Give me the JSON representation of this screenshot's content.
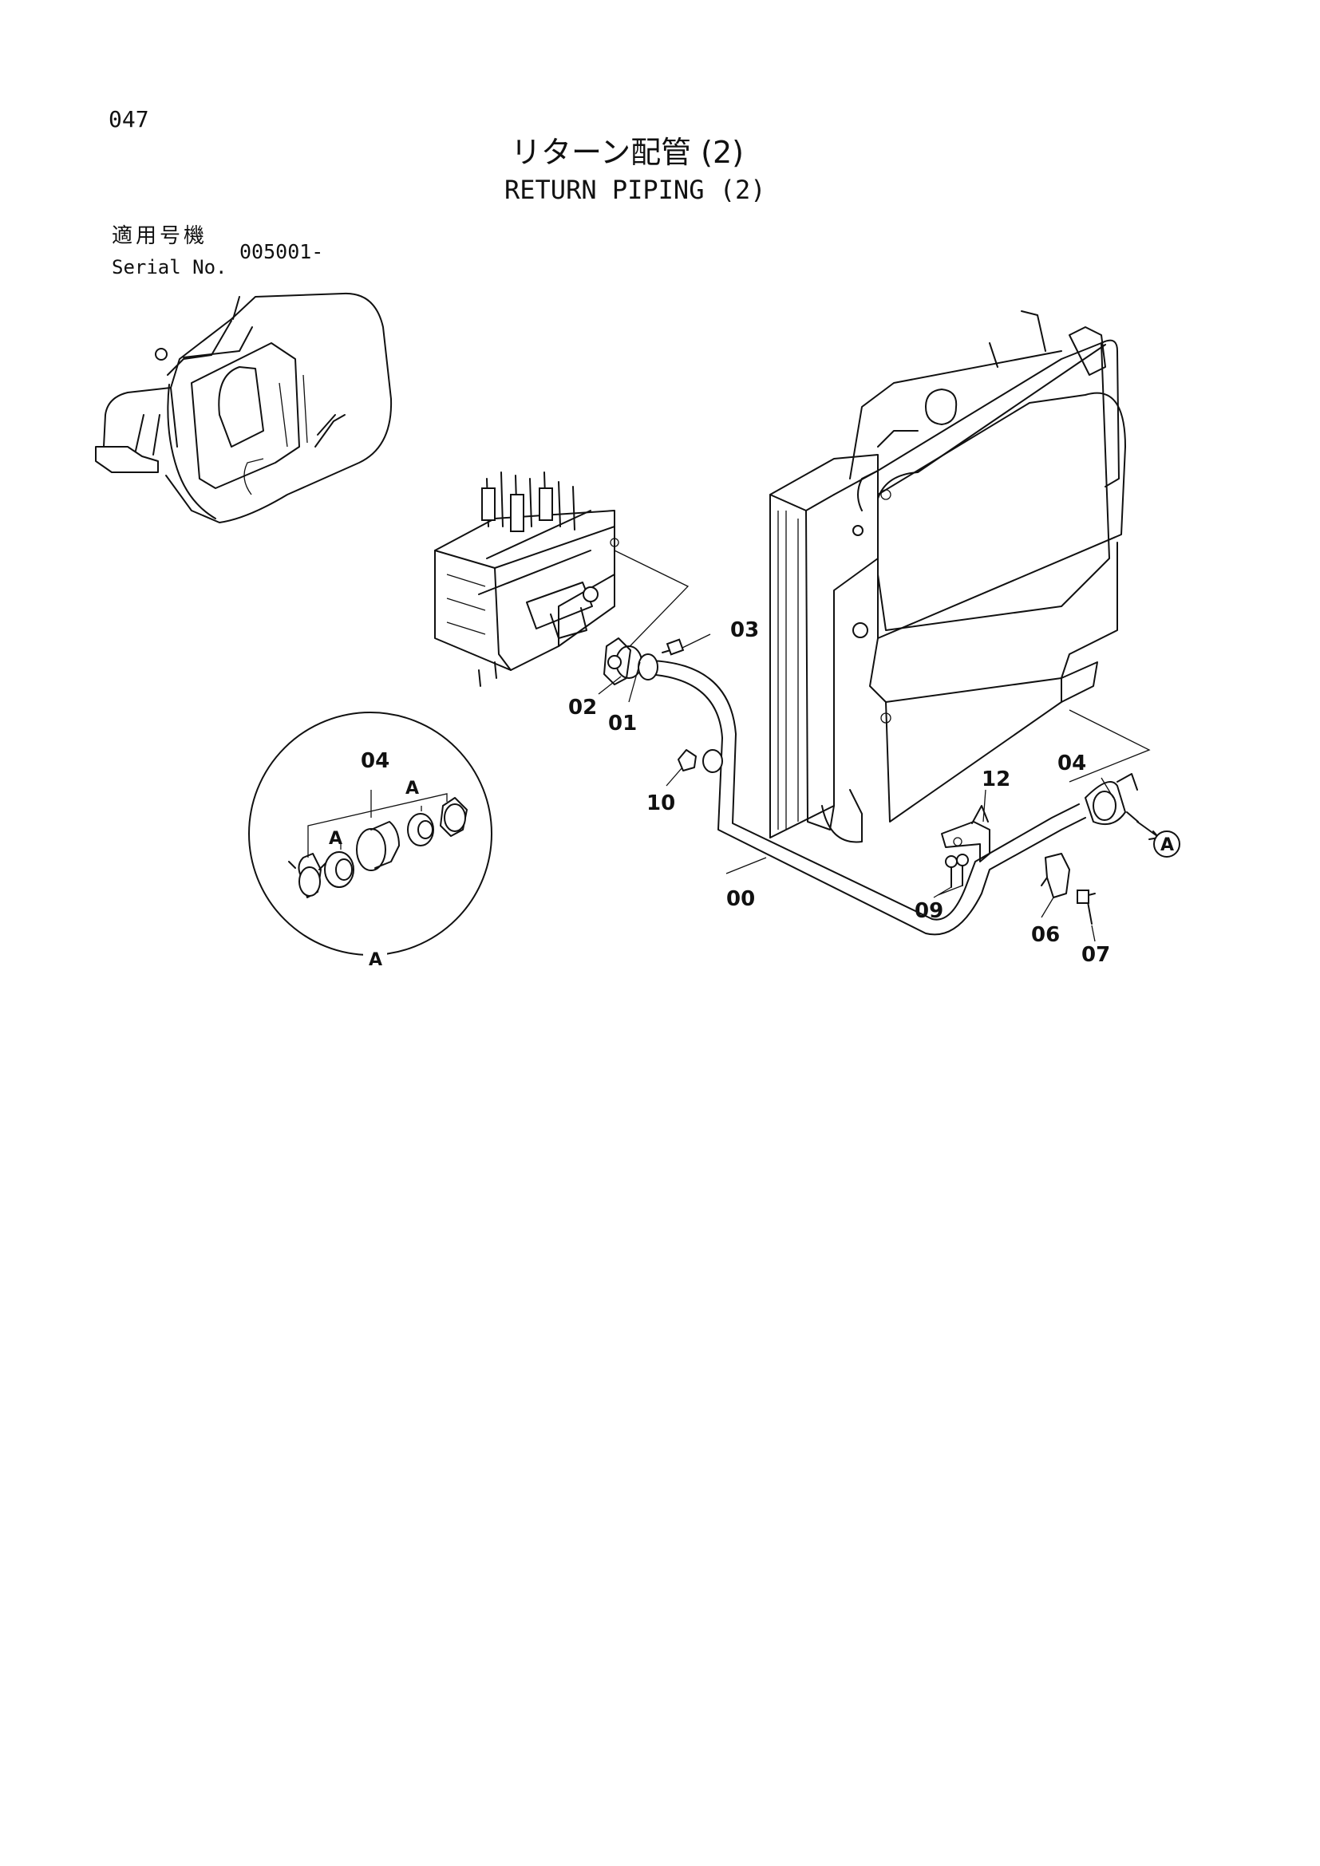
{
  "header": {
    "page_number": "047",
    "title_jp": "リターン配管 (2)",
    "title_en": "RETURN PIPING (2)",
    "serial_label_jp": "適用号機",
    "serial_label_en": "Serial No.",
    "serial_value": "005001-"
  },
  "callouts": {
    "p00": "00",
    "p01": "01",
    "p02": "02",
    "p03": "03",
    "p04_detail": "04",
    "p04_main": "04",
    "p06": "06",
    "p07": "07",
    "p09": "09",
    "p10": "10",
    "p12": "12",
    "ref_a_circle": "A",
    "detail_a_1": "A",
    "detail_a_2": "A",
    "detail_label": "A"
  }
}
